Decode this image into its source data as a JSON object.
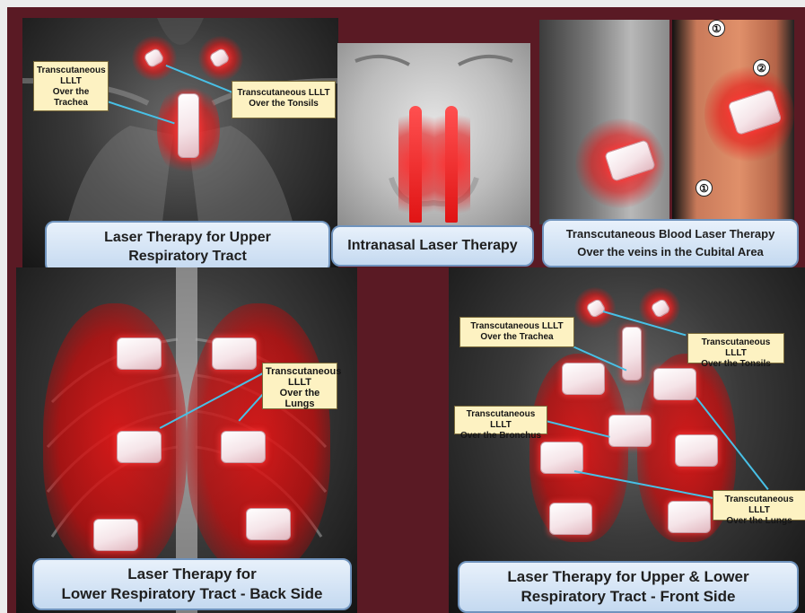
{
  "panels": {
    "upper": {
      "callout_trachea": [
        "Transcutaneous",
        "LLLT",
        "Over the Trachea"
      ],
      "callout_tonsils": [
        "Transcutaneous LLLT",
        "Over the Tonsils"
      ],
      "caption": [
        "Laser Therapy for Upper",
        "Respiratory Tract"
      ]
    },
    "nasal": {
      "caption": [
        "Intranasal Laser Therapy"
      ]
    },
    "blood": {
      "caption": [
        "Transcutaneous Blood Laser Therapy",
        "Over the veins in the Cubital Area"
      ],
      "markers": [
        "①",
        "②",
        "①"
      ]
    },
    "back": {
      "callout_lungs": [
        "Transcutaneous",
        "LLLT",
        "Over the Lungs"
      ],
      "caption": [
        "Laser Therapy for",
        "Lower Respiratory Tract - Back Side"
      ]
    },
    "front": {
      "callout_trachea": [
        "Transcutaneous  LLLT",
        "Over the Trachea"
      ],
      "callout_tonsils": [
        "Transcutaneous LLLT",
        "Over the Tonsils"
      ],
      "callout_bronchus": [
        "Transcutaneous LLLT",
        "Over the Bronchus"
      ],
      "callout_lungs": [
        "Transcutaneous LLLT",
        "Over the Lungs"
      ],
      "caption": [
        "Laser Therapy for Upper & Lower",
        "Respiratory Tract - Front Side"
      ]
    }
  },
  "colors": {
    "frame": "#5a1a24",
    "laser_red": "#e01414",
    "caption_border": "#6f93bd",
    "callout_bg": "#fdf2c2",
    "pointer_line": "#48c0e6"
  }
}
